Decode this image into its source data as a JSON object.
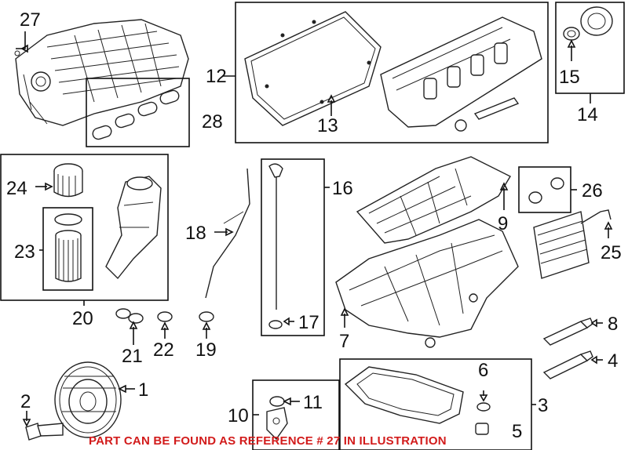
{
  "callouts": [
    {
      "id": "c27",
      "label": "27"
    },
    {
      "id": "c28",
      "label": "28"
    },
    {
      "id": "c12",
      "label": "12"
    },
    {
      "id": "c13",
      "label": "13"
    },
    {
      "id": "c14",
      "label": "14"
    },
    {
      "id": "c15",
      "label": "15"
    },
    {
      "id": "c24",
      "label": "24"
    },
    {
      "id": "c23",
      "label": "23"
    },
    {
      "id": "c20",
      "label": "20"
    },
    {
      "id": "c21",
      "label": "21"
    },
    {
      "id": "c22",
      "label": "22"
    },
    {
      "id": "c19",
      "label": "19"
    },
    {
      "id": "c18",
      "label": "18"
    },
    {
      "id": "c16",
      "label": "16"
    },
    {
      "id": "c17",
      "label": "17"
    },
    {
      "id": "c26",
      "label": "26"
    },
    {
      "id": "c9",
      "label": "9"
    },
    {
      "id": "c25",
      "label": "25"
    },
    {
      "id": "c7",
      "label": "7"
    },
    {
      "id": "c8",
      "label": "8"
    },
    {
      "id": "c4",
      "label": "4"
    },
    {
      "id": "c6",
      "label": "6"
    },
    {
      "id": "c3",
      "label": "3"
    },
    {
      "id": "c5",
      "label": "5"
    },
    {
      "id": "c1",
      "label": "1"
    },
    {
      "id": "c2",
      "label": "2"
    },
    {
      "id": "c11",
      "label": "11"
    },
    {
      "id": "c10",
      "label": "10"
    }
  ],
  "notice": "PART CAN BE FOUND AS REFERENCE # 27 IN ILLUSTRATION",
  "colors": {
    "notice": "#d21b1b",
    "lines": "#111111",
    "background": "#ffffff"
  }
}
